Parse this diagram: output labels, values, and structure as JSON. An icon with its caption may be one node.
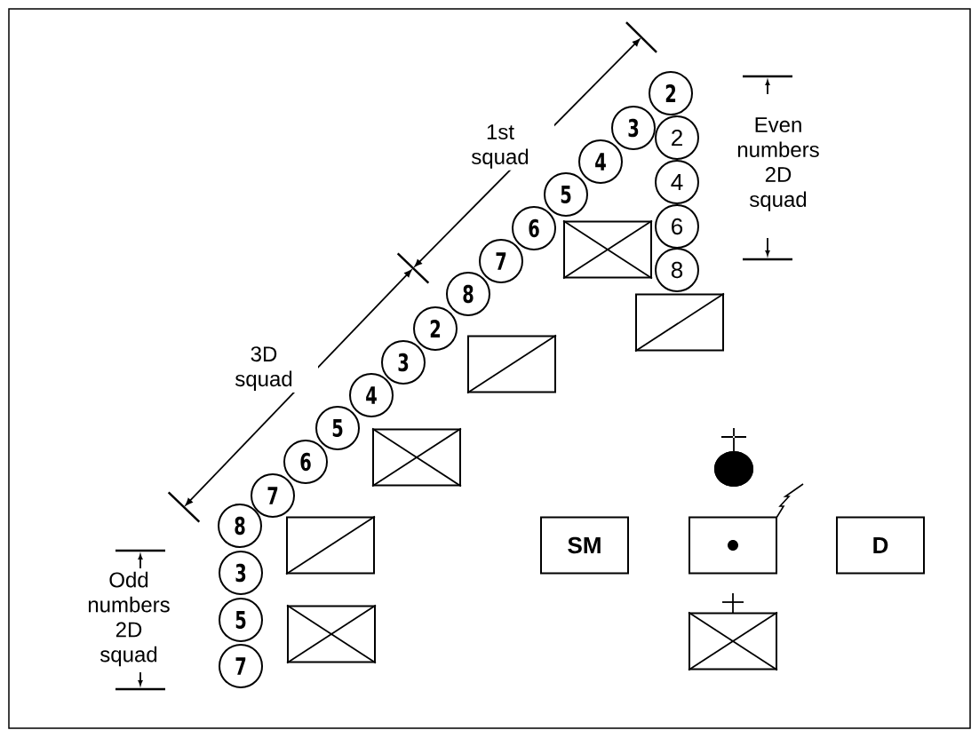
{
  "diagram": {
    "nodes": [
      {
        "text": [
          "2"
        ]
      },
      {
        "text": [
          "3"
        ]
      },
      {
        "text": [
          "2"
        ]
      },
      {
        "text": [
          "4"
        ]
      },
      {
        "text": [
          "4"
        ]
      },
      {
        "text": [
          "5"
        ]
      },
      {
        "text": [
          "6"
        ]
      },
      {
        "text": [],
        "shape": "box"
      },
      {
        "text": [
          "6"
        ]
      },
      {
        "text": [
          "7"
        ]
      },
      {
        "text": [
          "8"
        ]
      },
      {
        "text": [
          "8"
        ]
      },
      {
        "text": [],
        "shape": "box"
      },
      {
        "text": [
          "2"
        ]
      },
      {
        "text": [],
        "shape": "box"
      },
      {
        "text": [
          "3"
        ]
      },
      {
        "text": [
          "4"
        ]
      },
      {
        "text": [
          "5"
        ]
      },
      {
        "text": [],
        "shape": "box"
      },
      {
        "text": [
          "6"
        ]
      },
      {
        "text": [],
        "shape": "circle"
      },
      {
        "text": [
          "7"
        ]
      },
      {
        "text": [
          "8"
        ]
      },
      {
        "text": [],
        "shape": "box"
      },
      {
        "text": [
          "SM"
        ]
      },
      {
        "text": [],
        "shape": "box"
      },
      {
        "text": [
          "D"
        ]
      },
      {
        "text": [
          "3"
        ]
      },
      {
        "text": [],
        "shape": "box"
      },
      {
        "text": [
          "5"
        ]
      },
      {
        "text": [],
        "shape": "box"
      },
      {
        "text": [
          "7"
        ]
      }
    ],
    "edges": [],
    "labels": [
      "1st squad",
      "Even numbers 2D squad",
      "3D squad",
      "Odd numbers 2D squad"
    ]
  }
}
